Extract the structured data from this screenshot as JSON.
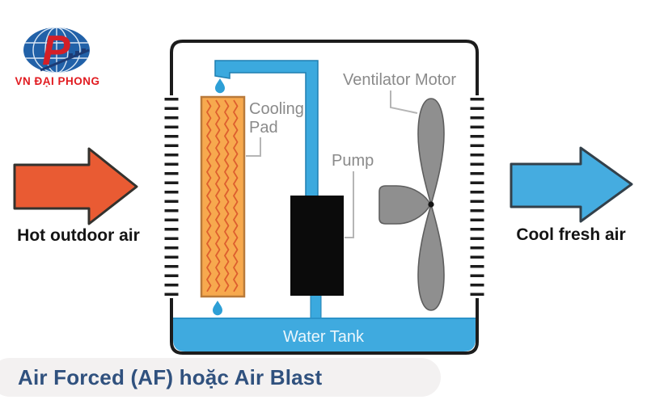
{
  "logo": {
    "monogram": "P",
    "company": "VN ĐẠI PHONG"
  },
  "diagram": {
    "cooling_pad": {
      "line1": "Cooling",
      "line2": "Pad"
    },
    "pump_label": "Pump",
    "ventilator_label": "Ventilator Motor",
    "water_tank_label": "Water Tank",
    "hot_air_label": "Hot outdoor air",
    "cool_air_label": "Cool fresh air"
  },
  "caption": "Air Forced (AF) hoặc Air Blast",
  "colors": {
    "hot_arrow": "#E95B33",
    "cool_arrow": "#45ACE0",
    "pipe_water": "#3BA9DE",
    "tank_water": "#3FAADF",
    "droplet": "#2D9FD6",
    "cooling_pad": "#F7A94E",
    "pad_wave": "#DD5F2E",
    "fan_gray": "#8F8F8F",
    "pump_black": "#0B0B0B",
    "box_outline": "#1C1C1C",
    "label_gray": "#8A8A8A",
    "caption_text": "#30517E",
    "caption_bg": "#F3F1F1",
    "logo_blue": "#2161A8",
    "logo_red": "#D41F27"
  }
}
